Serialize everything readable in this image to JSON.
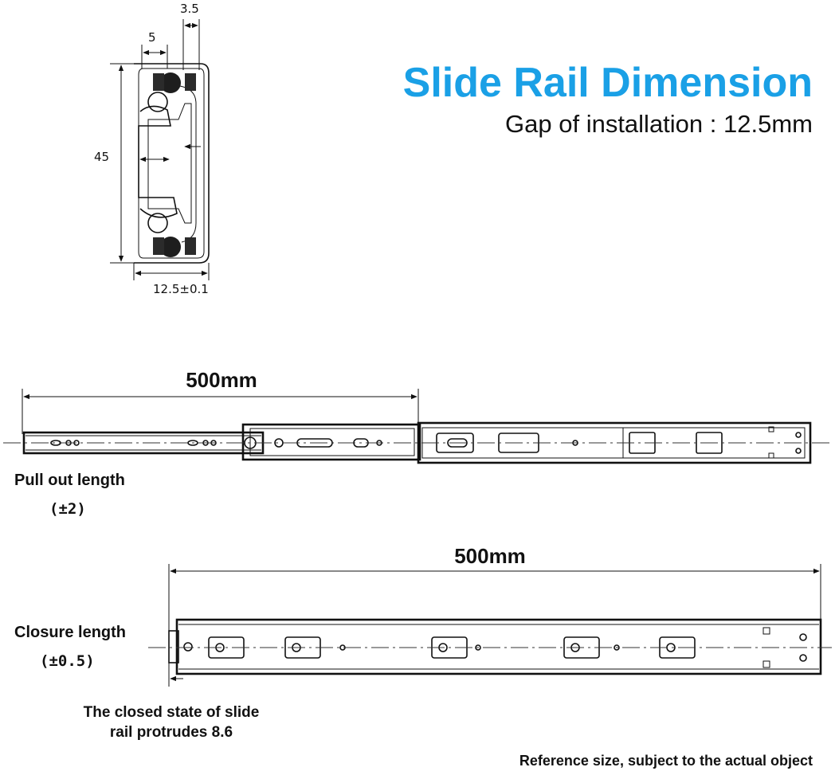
{
  "title": "Slide Rail Dimension",
  "gap_text": "Gap of installation : 12.5mm",
  "accent_color": "#1aa0e6",
  "cross_section": {
    "dim_top_right": "3.5",
    "dim_top_left": "5",
    "dim_height": "45",
    "dim_width": "12.5±0.1"
  },
  "pull_out": {
    "length_label": "500mm",
    "caption": "Pull out length",
    "tolerance": "(±2)"
  },
  "closure": {
    "length_label": "500mm",
    "caption": "Closure length",
    "tolerance": "(±0.5)",
    "note_line1": "The closed state of slide",
    "note_line2": "rail protrudes 8.6"
  },
  "footer_note": "Reference size, subject to the actual object"
}
